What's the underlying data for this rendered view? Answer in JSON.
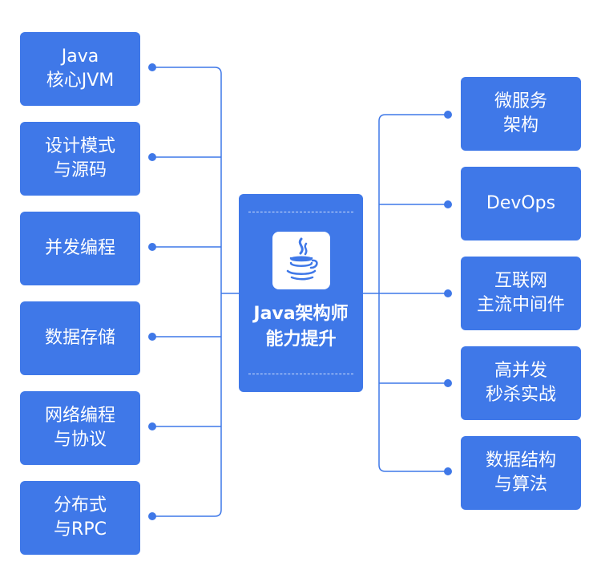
{
  "center": {
    "line1": "Java架构师",
    "line2": "能力提升",
    "icon": "java-coffee-icon"
  },
  "left_nodes": [
    {
      "line1": "Java",
      "line2": "核心JVM"
    },
    {
      "line1": "设计模式",
      "line2": "与源码"
    },
    {
      "line1": "并发编程",
      "line2": ""
    },
    {
      "line1": "数据存储",
      "line2": ""
    },
    {
      "line1": "网络编程",
      "line2": "与协议"
    },
    {
      "line1": "分布式",
      "line2": "与RPC"
    }
  ],
  "right_nodes": [
    {
      "line1": "微服务",
      "line2": "架构"
    },
    {
      "line1": "DevOps",
      "line2": ""
    },
    {
      "line1": "互联网",
      "line2": "主流中间件"
    },
    {
      "line1": "高并发",
      "line2": "秒杀实战"
    },
    {
      "line1": "数据结构",
      "line2": "与算法"
    }
  ],
  "colors": {
    "accent": "#3f78e8",
    "connector": "#3f78e8"
  }
}
